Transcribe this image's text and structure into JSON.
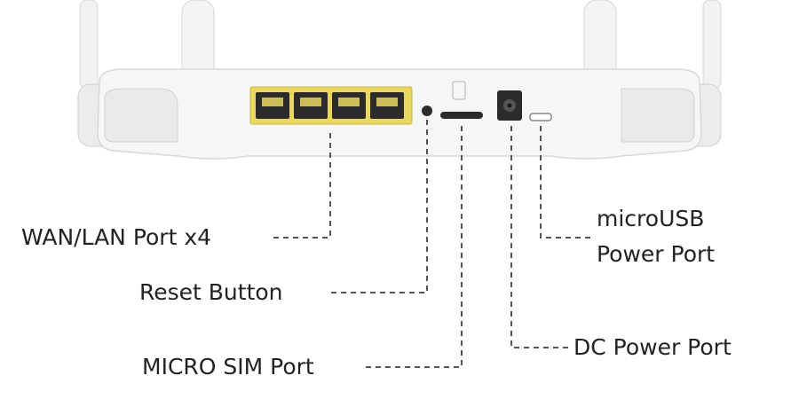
{
  "diagram": {
    "labels": {
      "wan_lan": "WAN/LAN Port x4",
      "reset": "Reset Button",
      "sim": "MICRO SIM Port",
      "dc_power": "DC Power Port",
      "microusb_line1": "microUSB",
      "microusb_line2": "Power Port"
    }
  },
  "colors": {
    "background": "#ffffff",
    "router_body": "#f5f5f5",
    "router_outline": "#d9d9d9",
    "port_yellow": "#e9d85a",
    "port_dark": "#2b2b2b",
    "leader_line": "#555555",
    "text": "#222222"
  }
}
